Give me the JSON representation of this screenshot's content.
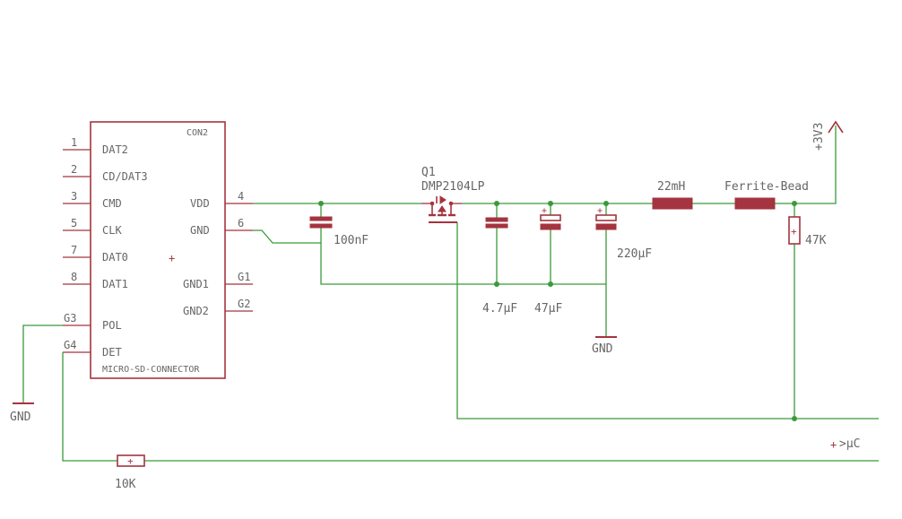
{
  "connector": {
    "name": "CON2",
    "value": "MICRO-SD-CONNECTOR",
    "pins": [
      {
        "num": "1",
        "label": "DAT2"
      },
      {
        "num": "2",
        "label": "CD/DAT3"
      },
      {
        "num": "3",
        "label": "CMD"
      },
      {
        "num": "5",
        "label": "CLK"
      },
      {
        "num": "7",
        "label": "DAT0"
      },
      {
        "num": "8",
        "label": "DAT1"
      },
      {
        "num": "G3",
        "label": "POL"
      },
      {
        "num": "G4",
        "label": "DET"
      }
    ],
    "right_pins": [
      {
        "num": "4",
        "label": "VDD"
      },
      {
        "num": "6",
        "label": "GND"
      },
      {
        "num": "G1",
        "label": "GND1"
      },
      {
        "num": "G2",
        "label": "GND2"
      }
    ]
  },
  "transistor": {
    "name": "Q1",
    "value": "DMP2104LP"
  },
  "capacitors": {
    "c1": "100nF",
    "c2": "4.7µF",
    "c3": "47µF",
    "c4": "220µF"
  },
  "inductor": "22mH",
  "ferrite": "Ferrite-Bead",
  "resistors": {
    "r_pullup": "47K",
    "r_det": "10K"
  },
  "power_label": "+3V3",
  "gnd_labels": {
    "left": "GND",
    "mid": "GND"
  },
  "signal_label": ">µC",
  "polarity_mark": "+"
}
